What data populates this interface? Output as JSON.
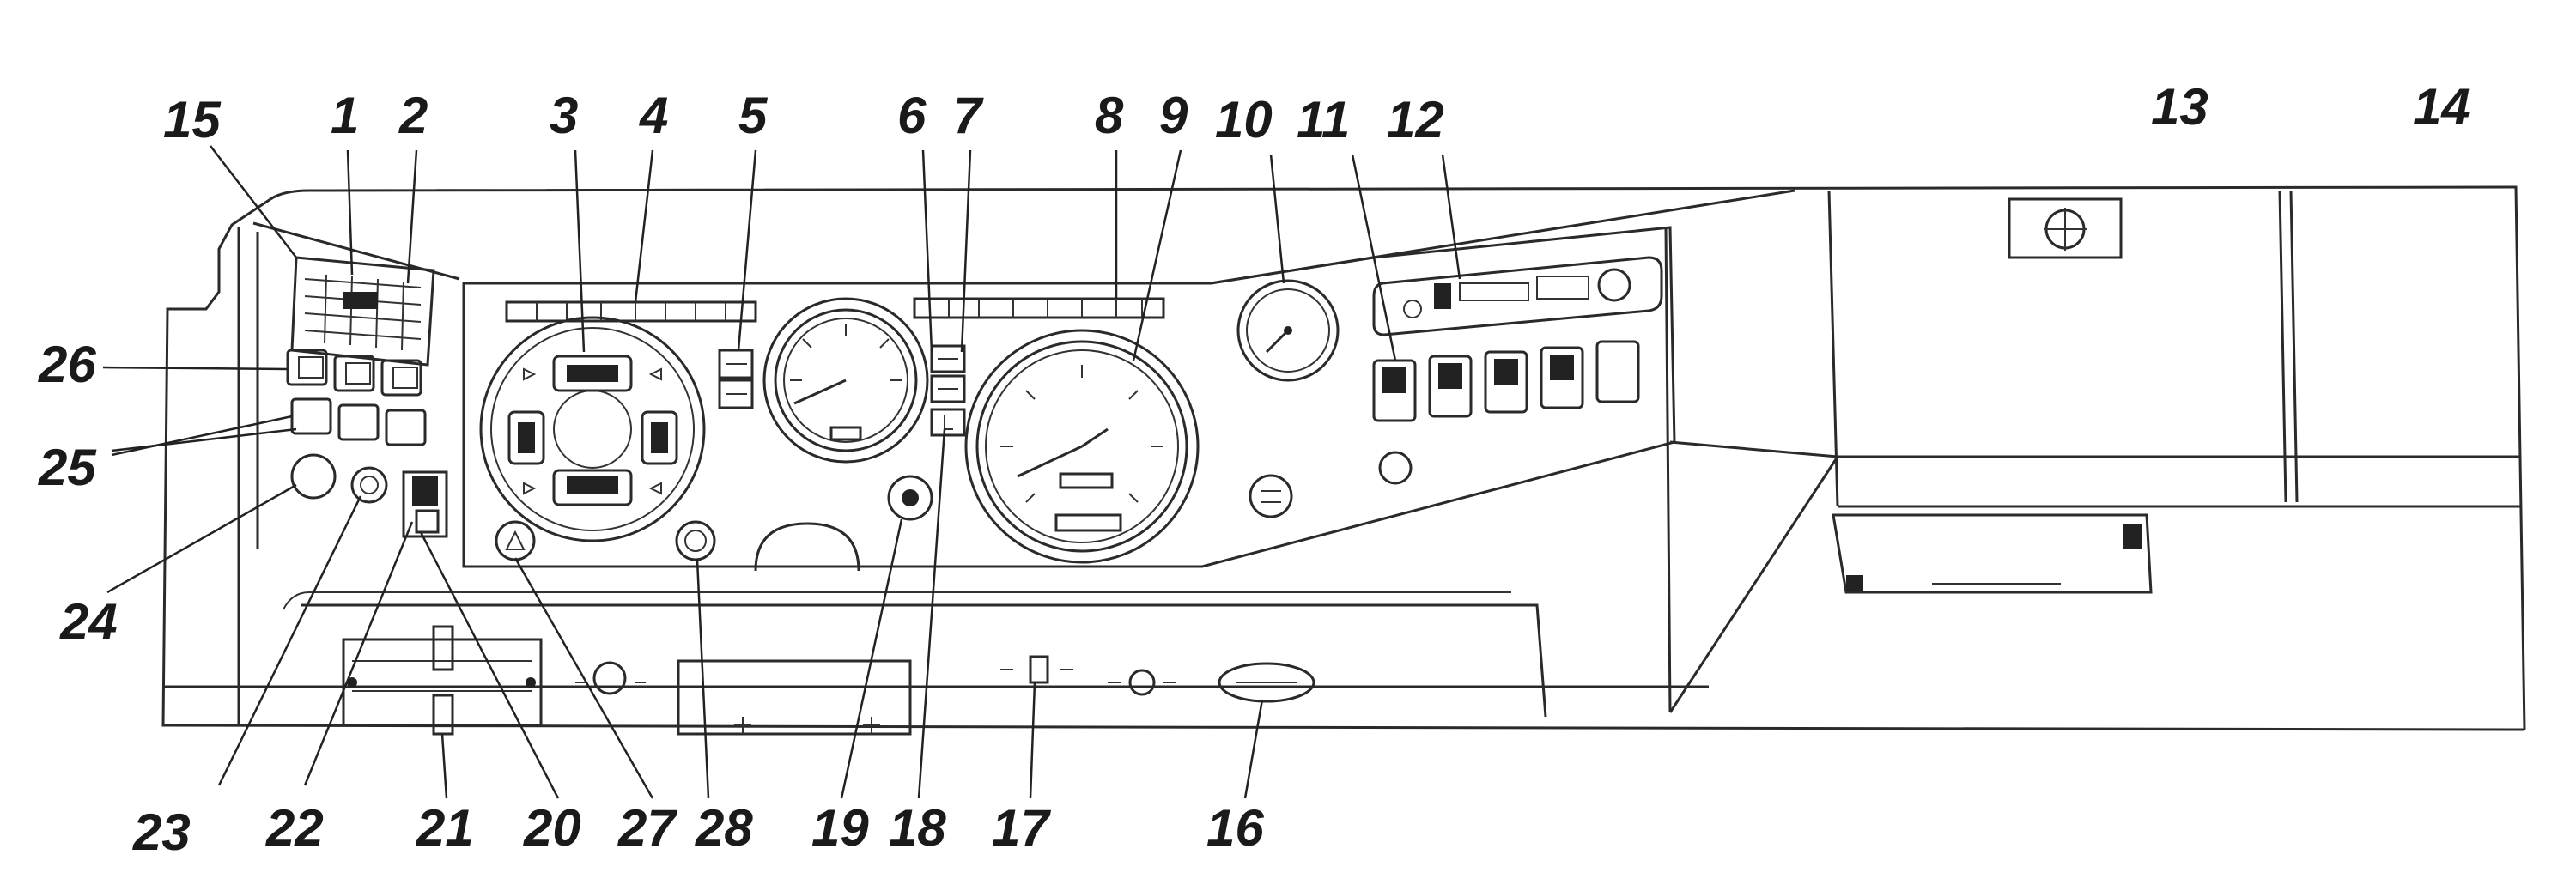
{
  "figure": {
    "labels": [
      "1",
      "2",
      "3",
      "4",
      "5",
      "6",
      "7",
      "8",
      "9",
      "10",
      "11",
      "12",
      "13",
      "14",
      "15",
      "16",
      "17",
      "18",
      "19",
      "20",
      "21",
      "22",
      "23",
      "24",
      "25",
      "26",
      "27",
      "28"
    ]
  },
  "colors": {
    "ink": "#222222",
    "paper": "#ffffff",
    "shade": "#d9d9d9"
  }
}
